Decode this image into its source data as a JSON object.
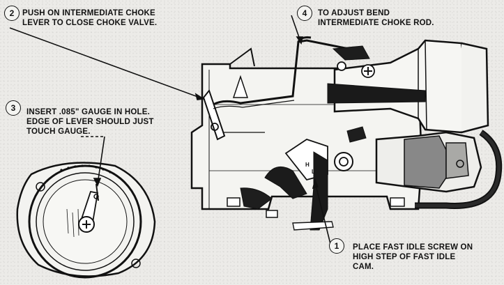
{
  "callouts": [
    {
      "number": "1",
      "text": "PLACE FAST IDLE SCREW ON\nHIGH STEP OF FAST IDLE\nCAM."
    },
    {
      "number": "2",
      "text": "PUSH ON INTERMEDIATE CHOKE\nLEVER TO CLOSE CHOKE VALVE."
    },
    {
      "number": "3",
      "text": "INSERT .085\" GAUGE IN HOLE.\nEDGE OF LEVER SHOULD JUST\nTOUCH GAUGE."
    },
    {
      "number": "4",
      "text": "TO ADJUST BEND\nINTERMEDIATE CHOKE ROD."
    }
  ],
  "cam_letters": [
    "H",
    "L"
  ]
}
